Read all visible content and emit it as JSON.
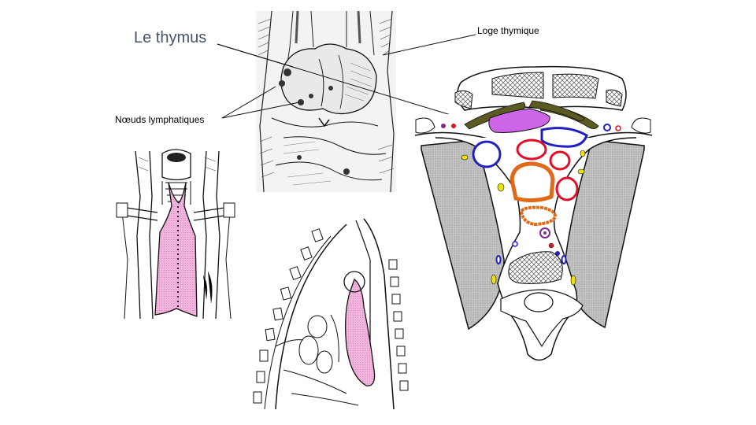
{
  "labels": {
    "thymus": "Le thymus",
    "loge": "Loge thymique",
    "noeuds": "Nœuds lymphatiques"
  },
  "colors": {
    "thymus_pink": "#f2b4de",
    "thymus_violet": "#cc66e6",
    "artery_red": "#e0102a",
    "vein_blue": "#2020c0",
    "nerve_yellow": "#f2e200",
    "esophagus_orange": "#e06a18",
    "muscle_olive": "#5b5a22",
    "bone_gray": "#c8c8c8",
    "title_text": "#44546a"
  }
}
